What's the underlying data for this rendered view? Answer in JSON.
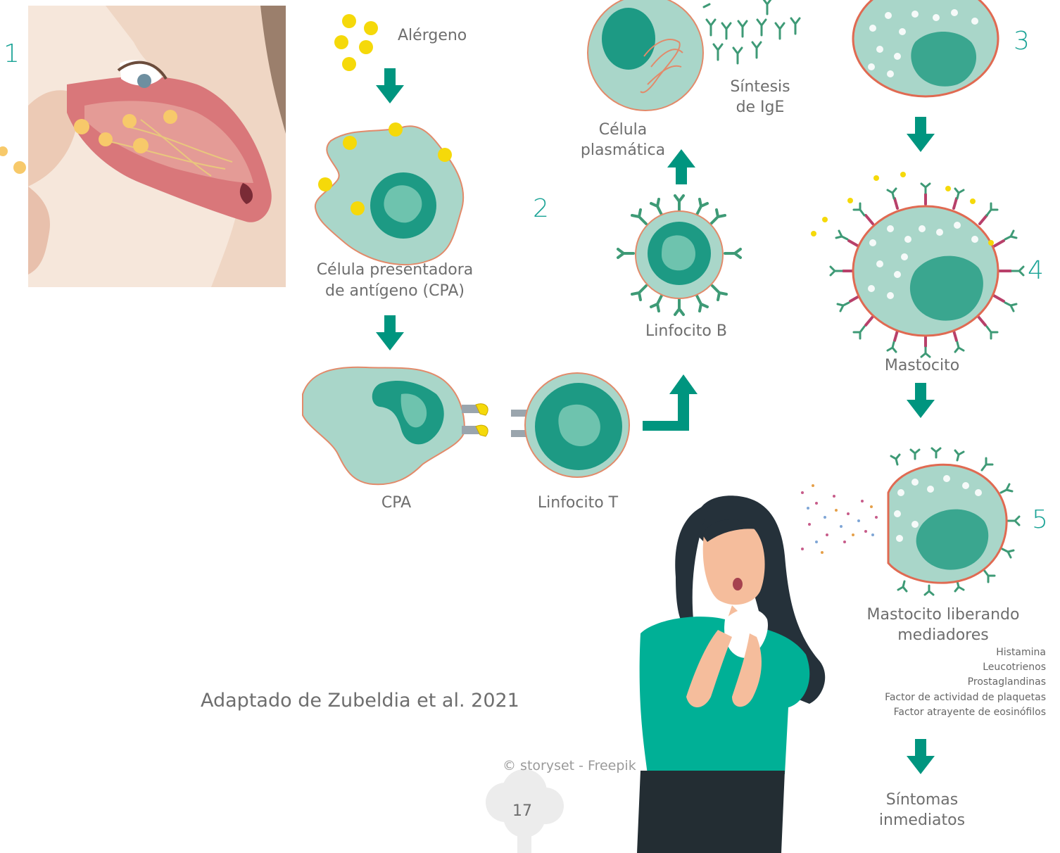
{
  "colors": {
    "teal": "#00957f",
    "cell": "#a9d6c9",
    "nucleus": "#1d9a84",
    "nucleus_light": "#6ec3ae",
    "outline": "#e28a6a",
    "allergen": "#f5d90a",
    "mast_outline": "#e06a52",
    "receptor": "#b8406a",
    "antibody": "#3e9a76"
  },
  "steps": {
    "s1": "1",
    "s2": "2",
    "s3": "3",
    "s4": "4",
    "s5": "5"
  },
  "labels": {
    "alergeno": "Alérgeno",
    "cpa_line1": "Célula presentadora",
    "cpa_line2": "de antígeno (CPA)",
    "cpa": "CPA",
    "linfocito_t": "Linfocito T",
    "linfocito_b": "Linfocito B",
    "celula_line1": "Célula",
    "celula_line2": "plasmática",
    "sintesis_line1": "Síntesis",
    "sintesis_line2": "de IgE",
    "mastocito": "Mastocito",
    "liberando_line1": "Mastocito liberando",
    "liberando_line2": "mediadores",
    "sintomas_line1": "Síntomas",
    "sintomas_line2": "inmediatos"
  },
  "mediators": [
    "Histamina",
    "Leucotrienos",
    "Prostaglandinas",
    "Factor de actividad de plaquetas",
    "Factor atrayente de eosinófilos"
  ],
  "credit": "Adaptado de Zubeldia et al. 2021",
  "copyright": "© storyset - Freepik",
  "page_number": "17"
}
